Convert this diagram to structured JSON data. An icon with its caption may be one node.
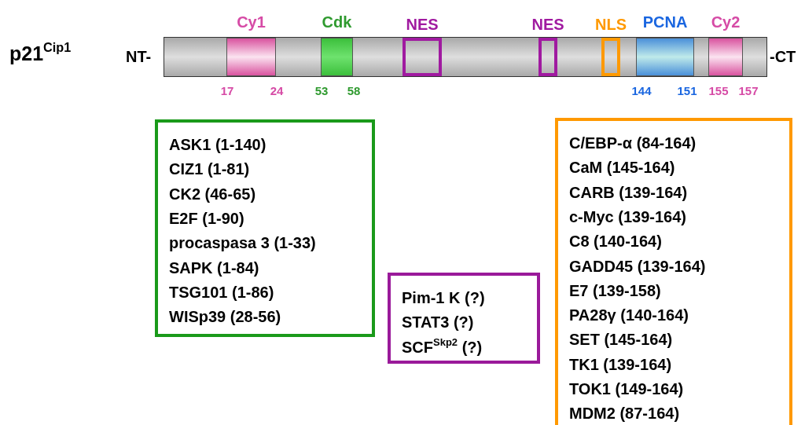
{
  "diagram": {
    "title": "p21$^{Cip1}$",
    "nodes": [
      {
        "text": [],
        "shape": "bar"
      },
      {
        "text": [
          "Cy1"
        ],
        "in": 0,
        "beside": [
          "17",
          "24"
        ]
      },
      {
        "text": [
          "Cdk"
        ],
        "in": 0,
        "beside": [
          "53",
          "58"
        ]
      },
      {
        "text": [
          "NES"
        ],
        "in": 0
      },
      {
        "text": [
          "NES"
        ],
        "in": 0
      },
      {
        "text": [
          "NLS"
        ],
        "in": 0
      },
      {
        "text": [
          "PCNA"
        ],
        "in": 0,
        "beside": [
          "144",
          "151"
        ]
      },
      {
        "text": [
          "Cy2"
        ],
        "in": 0,
        "beside": [
          "155",
          "157"
        ]
      },
      {
        "text": [
          "ASK1 (1-140)",
          "CIZ1 (1-81)",
          "CK2 (46-65)",
          "E2F (1-90)",
          "procaspasa 3 (1-33)",
          "SAPK (1-84)",
          "TSG101 (1-86)",
          "WISp39 (28-56)"
        ]
      },
      {
        "text": [
          "Pim-1 K (?)",
          "STAT3 (?)",
          "SCF$^{Skp2}$ (?)"
        ]
      },
      {
        "text": [
          "C/EBP-α (84-164)",
          "CaM (145-164)",
          "CARB (139-164)",
          "c-Myc (139-164)",
          "C8 (140-164)",
          "GADD45 (139-164)",
          "E7 (139-158)",
          "PA28γ (140-164)",
          "SET (145-164)",
          "TK1 (139-164)",
          "TOK1 (149-164)",
          "MDM2 (87-164)"
        ]
      }
    ],
    "edges": [],
    "labels": [
      "NT-",
      "-CT"
    ]
  }
}
